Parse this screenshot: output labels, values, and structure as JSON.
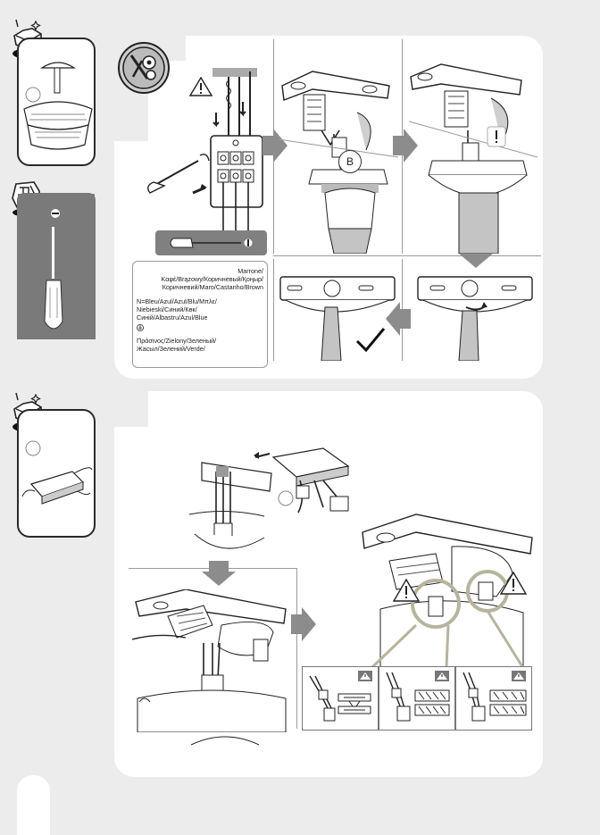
{
  "legend": {
    "brown": [
      "Marrone/",
      "Καφέ/Brązowy/Коричневый/Қоңыр/",
      "Коричневий/Maro/Castanho/Brown"
    ],
    "blue_prefix": "N=",
    "blue": [
      "Bleu/Azul/Azul/Blu/Μπλε/",
      "Niebieski/Синий/Көк/",
      "Синій/Albastru/Azul/Blue"
    ],
    "earth": [
      "Πράσινος/Zielony/Зеленый/",
      "Жасыл/Зелений/Verde/"
    ]
  },
  "callouts": {
    "connector_b": "B"
  },
  "icons": {
    "step_header": "tools-gear-icon",
    "warning": "warning-triangle-icon",
    "confirm": "check-mark-icon",
    "next_step": "arrow-right-icon",
    "earth": "earth-symbol-icon"
  },
  "colors": {
    "panel": "#ffffff",
    "background": "#ececec",
    "arrow": "#8c8c8c",
    "olive_callout": "#b7b49e",
    "screwdriver_handle": "#6f6f6f"
  }
}
